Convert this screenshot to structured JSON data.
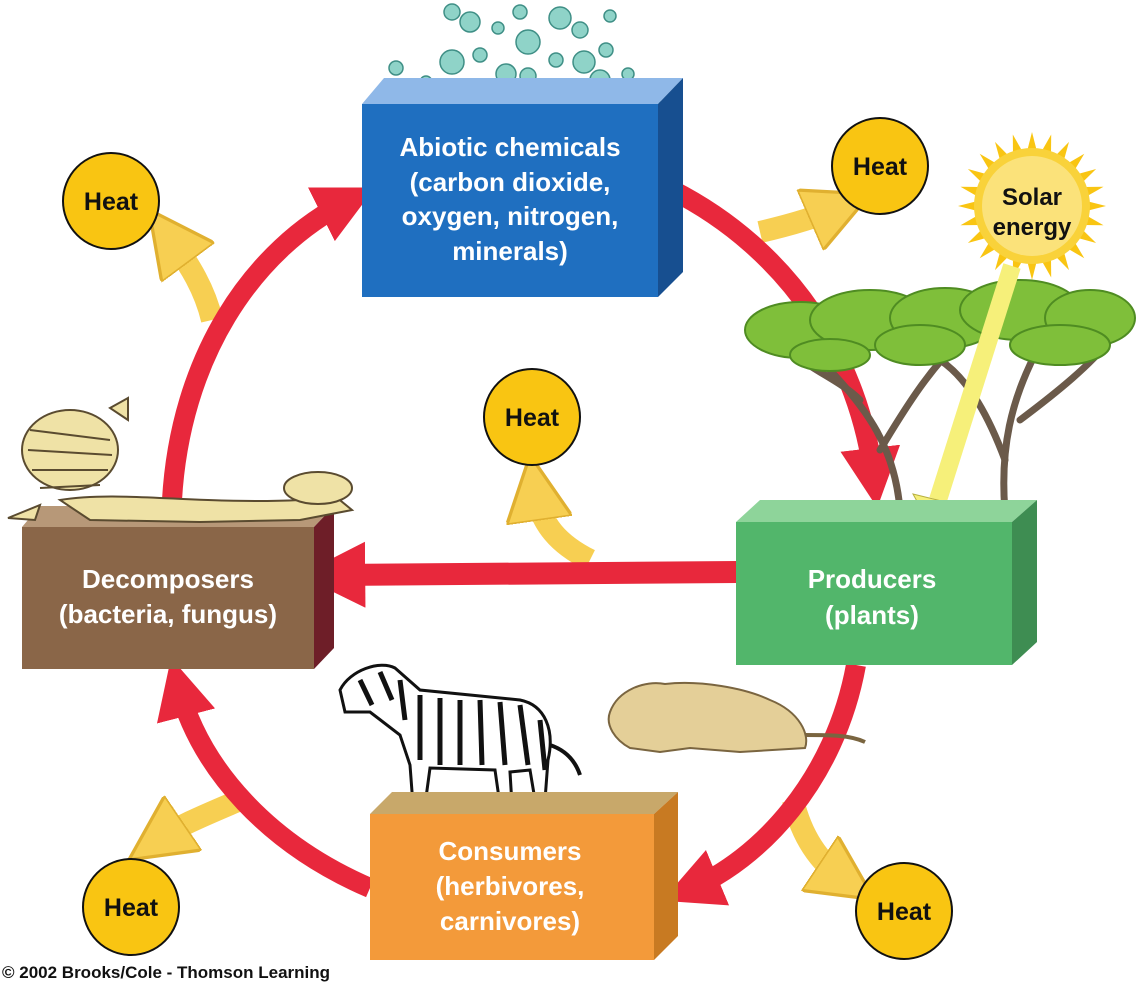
{
  "boxes": {
    "abiotic": {
      "lines": [
        "Abiotic chemicals",
        "(carbon dioxide,",
        "oxygen, nitrogen,",
        "minerals)"
      ],
      "color": "#1f6fc0"
    },
    "producers": {
      "lines": [
        "Producers",
        "(plants)"
      ],
      "color": "#52b66b"
    },
    "consumers": {
      "lines": [
        "Consumers",
        "(herbivores,",
        "carnivores)"
      ],
      "color": "#f39a3a"
    },
    "decomposers": {
      "lines": [
        "Decomposers",
        "(bacteria, fungus)"
      ],
      "color": "#8a6648"
    }
  },
  "heat_label": "Heat",
  "sun_label": [
    "Solar",
    "energy"
  ],
  "copyright": "© 2002 Brooks/Cole - Thomson Learning",
  "colors": {
    "cycle_arrow": "#e8283c",
    "heat_arrow": "#f7cf52",
    "heat_circle": "#f9c512",
    "sun": "#f9d23a"
  }
}
